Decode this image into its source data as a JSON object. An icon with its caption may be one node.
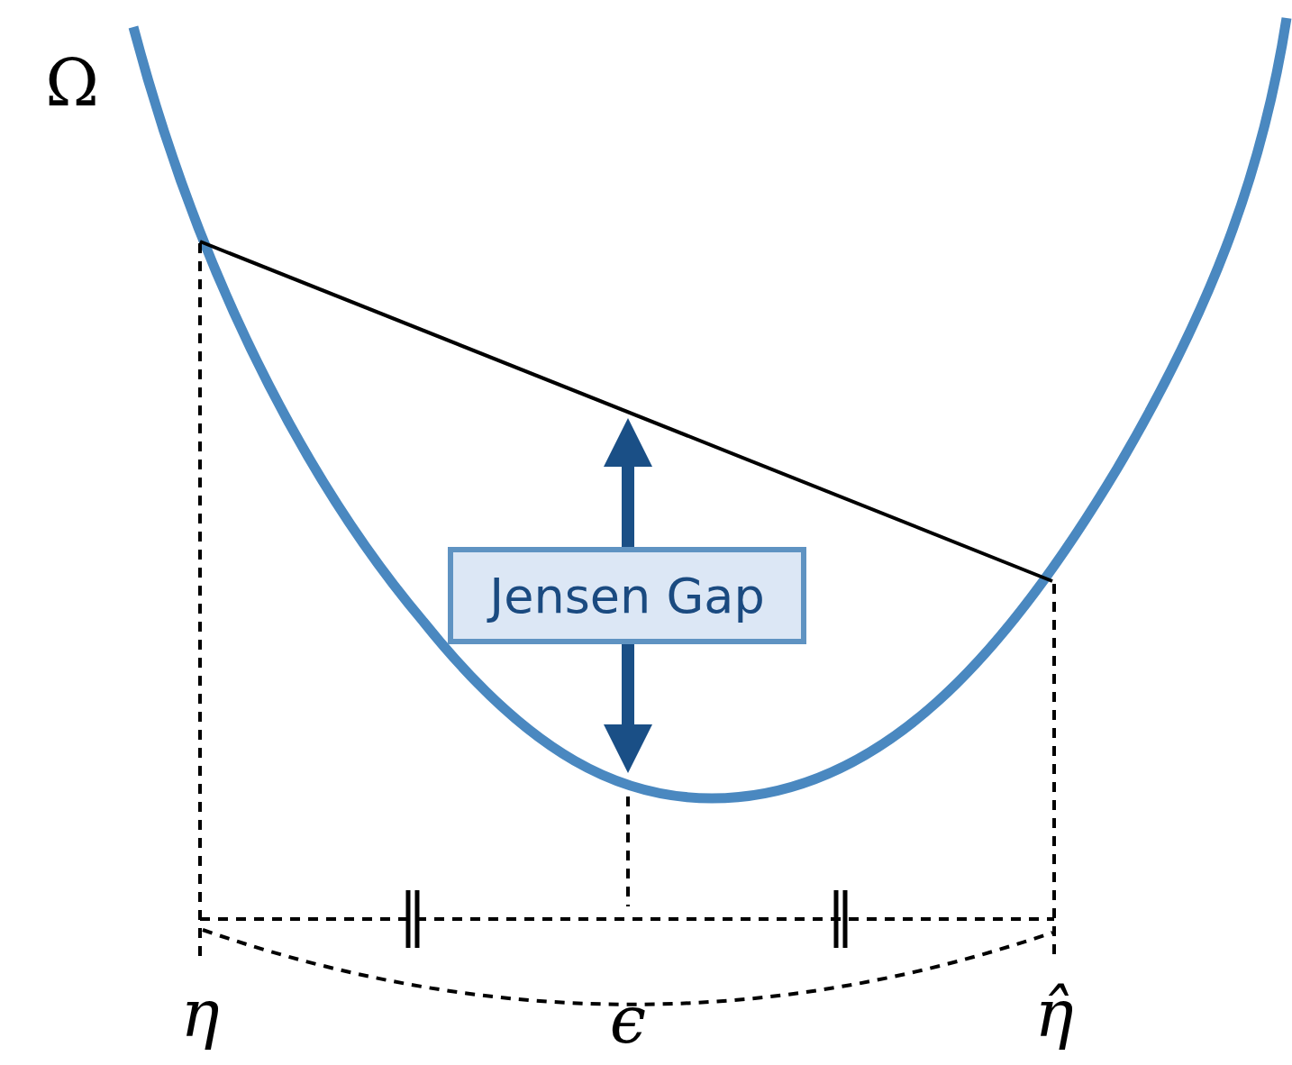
{
  "diagram": {
    "nodes": [
      {
        "text": [
          "Jensen Gap"
        ]
      }
    ],
    "labels": [
      "Ω",
      "η",
      "ϵ",
      "η̂"
    ]
  }
}
